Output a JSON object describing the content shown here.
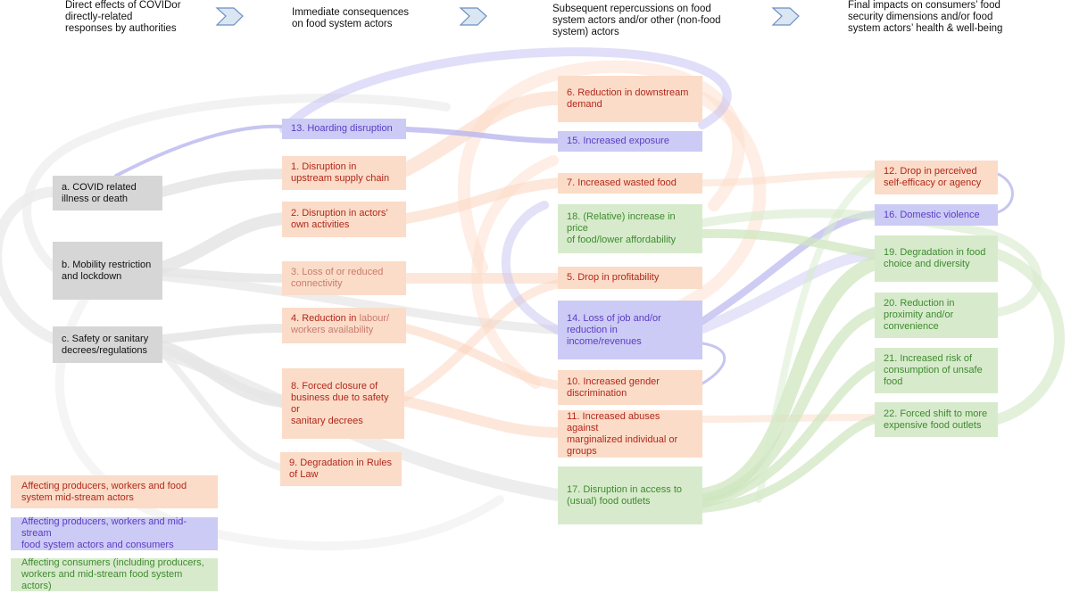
{
  "headers": {
    "col1": "Direct effects of COVIDor\ndirectly-related\nresponses by authorities",
    "col2": "Immediate consequences\non food system actors",
    "col3": "Subsequent repercussions on food\nsystem actors and/or other (non-food\nsystem) actors",
    "col4": "Final impacts on consumers’ food\nsecurity dimensions and/or food\nsystem actors’ health & well-being"
  },
  "nodes": {
    "a": "a. COVID related\nillness or death",
    "b": "b. Mobility restriction\nand lockdown",
    "c": "c. Safety or sanitary\ndecrees/regulations",
    "n13": "13. Hoarding disruption",
    "n1": "1. Disruption in\nupstream supply chain",
    "n2": "2. Disruption in actors’\nown activities",
    "n3": "3. Loss of or reduced\nconnectivity",
    "n4a": "4. Reduction in",
    "n4b": " labour/\nworkers availability",
    "n8": "8. Forced closure of\nbusiness due to safety or\nsanitary decrees",
    "n9": "9. Degradation in Rules\nof Law",
    "n6": "6. Reduction in downstream\ndemand",
    "n15": "15. Increased exposure",
    "n7": "7. Increased wasted food",
    "n18": "18. (Relative) increase in price\nof food/lower affordability",
    "n5": "5. Drop in profitability",
    "n14": "14. Loss of job and/or\nreduction in income/revenues",
    "n10": "10. Increased gender\ndiscrimination",
    "n11": "11. Increased abuses against\nmarginalized individual or\ngroups",
    "n17": "17. Disruption in access to\n(usual) food outlets",
    "n12": "12. Drop in perceived\nself-efficacy or agency",
    "n16": "16. Domestic violence",
    "n19": "19. Degradation in food\nchoice and diversity",
    "n20": "20. Reduction in\nproximity and/or\nconvenience",
    "n21": "21. Increased risk of\nconsumption of unsafe\nfood",
    "n22": "22. Forced shift to more\nexpensive food outlets"
  },
  "legend": {
    "red": "Affecting producers, workers and food\nsystem mid-stream actors",
    "blue": "Affecting producers, workers and mid-stream\nfood system actors and consumers",
    "green": "Affecting consumers (including producers,\nworkers and mid-stream food system actors)"
  },
  "colors": {
    "gray": "#d6d6d6",
    "red": "#fbdcc8",
    "blue": "#cccbf5",
    "green": "#d7ebcc",
    "chevron_fill": "#dbe6f3",
    "chevron_stroke": "#6b8fc2"
  }
}
